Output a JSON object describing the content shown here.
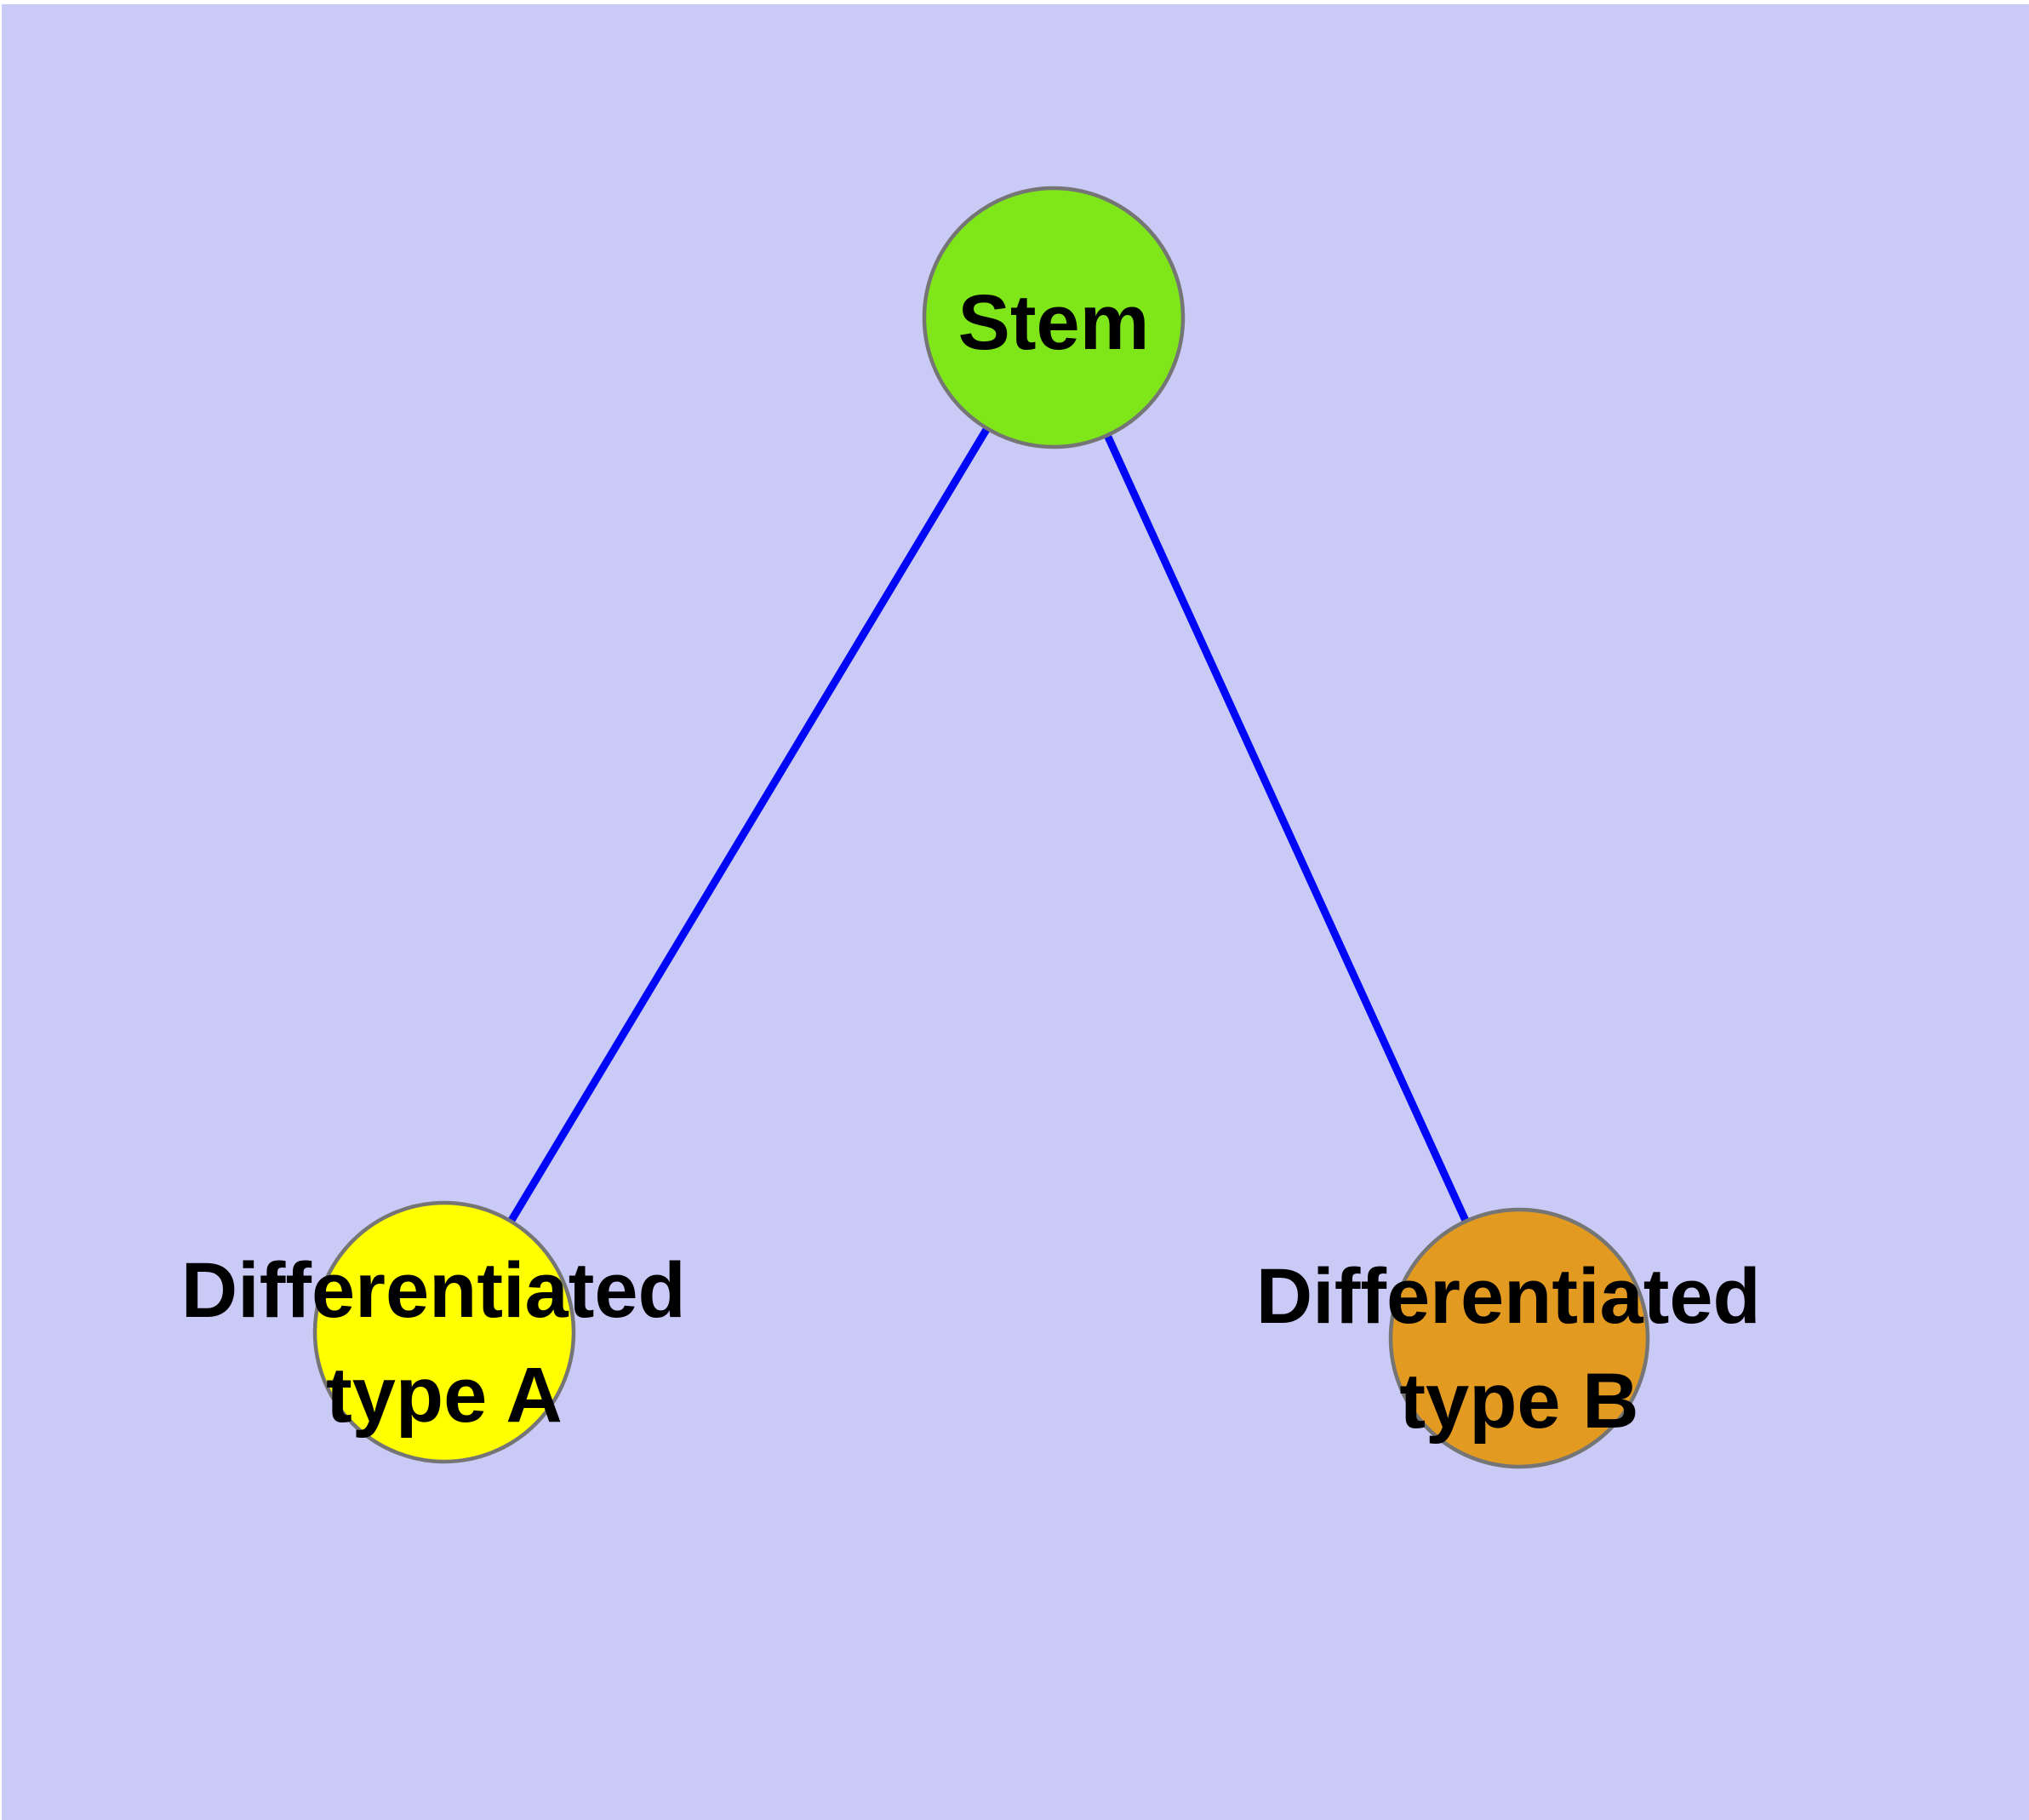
{
  "diagram": {
    "type": "node-link-graph",
    "palette": {
      "background": "#CACAF7",
      "top_strip": "#FFFFFF",
      "edge": "#0007F7",
      "node_border": "#757575",
      "label": "#000000"
    },
    "nodes": [
      {
        "id": "stem",
        "label": "Stem",
        "label_lines": [
          "Stem"
        ],
        "color": "#7FE61A"
      },
      {
        "id": "differentiated-type-a",
        "label": "Differentiated type A",
        "label_lines": [
          "Differentiated",
          "type A"
        ],
        "color": "#FFFF00"
      },
      {
        "id": "differentiated-type-b",
        "label": "Differentiated type B",
        "label_lines": [
          "Differentiated",
          "type B"
        ],
        "color": "#E29A20"
      }
    ],
    "edges": [
      {
        "from": "Stem",
        "to": "Differentiated type A"
      },
      {
        "from": "Stem",
        "to": "Differentiated type B"
      }
    ]
  }
}
